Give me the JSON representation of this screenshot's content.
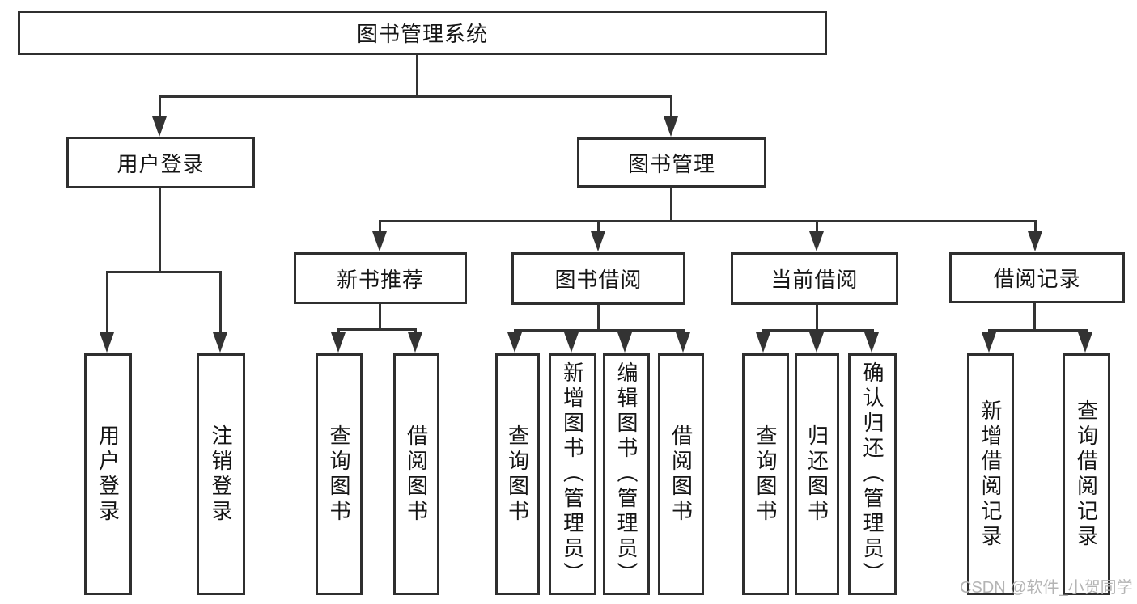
{
  "diagram": {
    "root": {
      "label": "图书管理系统"
    },
    "branches": [
      {
        "label": "用户登录",
        "children": [
          {
            "label": "用户登录"
          },
          {
            "label": "注销登录"
          }
        ]
      },
      {
        "label": "图书管理",
        "children": [
          {
            "label": "新书推荐",
            "children": [
              {
                "label": "查询图书"
              },
              {
                "label": "借阅图书"
              }
            ]
          },
          {
            "label": "图书借阅",
            "children": [
              {
                "label": "查询图书"
              },
              {
                "label": "新增图书（管理员）"
              },
              {
                "label": "编辑图书（管理员）"
              },
              {
                "label": "借阅图书"
              }
            ]
          },
          {
            "label": "当前借阅",
            "children": [
              {
                "label": "查询图书"
              },
              {
                "label": "归还图书"
              },
              {
                "label": "确认归还（管理员）"
              }
            ]
          },
          {
            "label": "借阅记录",
            "children": [
              {
                "label": "新增借阅记录"
              },
              {
                "label": "查询借阅记录"
              }
            ]
          }
        ]
      }
    ],
    "watermark": "CSDN @软件_小贺同学",
    "colors": {
      "line": "#333333",
      "border": "#2f2f2f",
      "text": "#151515",
      "watermark": "#b4b4b4",
      "background": "#ffffff"
    }
  }
}
